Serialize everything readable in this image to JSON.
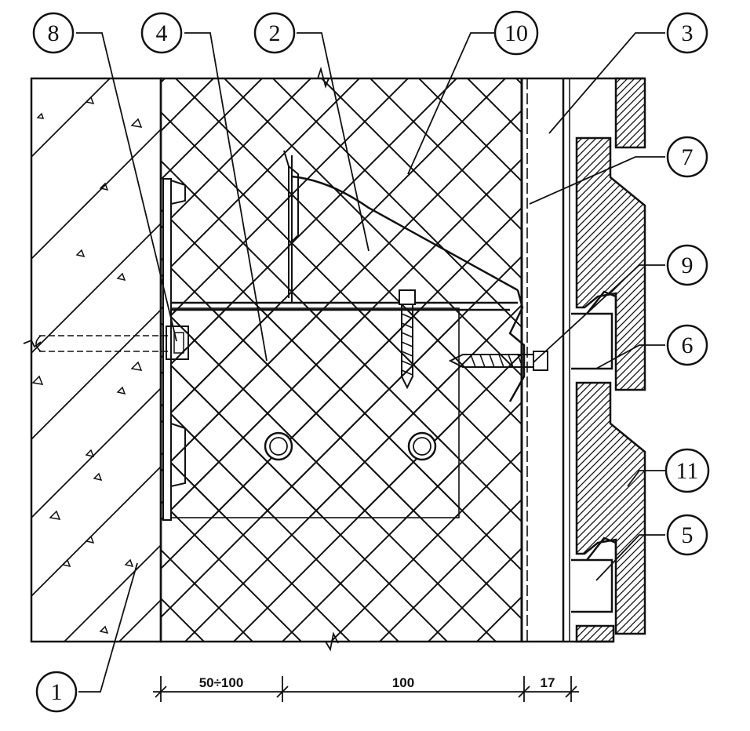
{
  "callouts": {
    "c1": "1",
    "c2": "2",
    "c3": "3",
    "c4": "4",
    "c5": "5",
    "c6": "6",
    "c7": "7",
    "c8": "8",
    "c9": "9",
    "c10": "10",
    "c11": "11"
  },
  "dimensions": {
    "d1": "50÷100",
    "d2": "100",
    "d3": "17"
  }
}
